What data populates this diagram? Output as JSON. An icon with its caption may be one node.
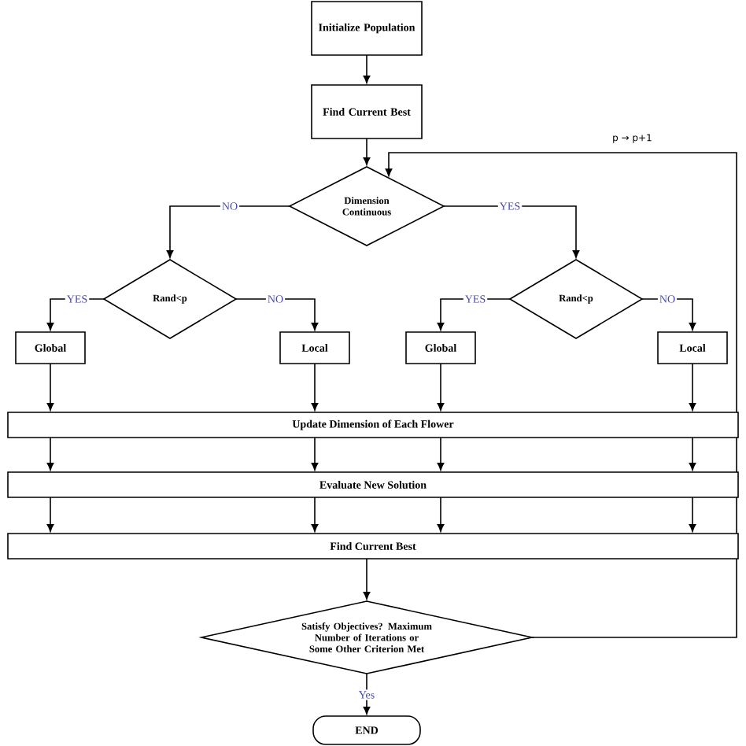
{
  "diagram": {
    "nodes": [
      {
        "text": [
          "Initialize Population"
        ]
      },
      {
        "text": [
          "Find Current Best"
        ]
      },
      {
        "text": [
          "Dimension Continuous"
        ]
      },
      {
        "text": [
          "Rand<p"
        ]
      },
      {
        "text": [
          "Rand<p"
        ]
      },
      {
        "text": [
          "Global"
        ]
      },
      {
        "text": [
          "Local"
        ]
      },
      {
        "text": [
          "Global"
        ]
      },
      {
        "text": [
          "Local"
        ]
      },
      {
        "text": [
          "Update Dimension of Each Flower"
        ]
      },
      {
        "text": [
          "Evaluate New Solution"
        ]
      },
      {
        "text": [
          "Find Current Best"
        ]
      },
      {
        "text": [
          "Satisfy Objectives? Maximum Number of Iterations or Some Other Criterion Met"
        ]
      },
      {
        "text": [
          "END"
        ]
      }
    ],
    "edges": [
      {
        "from": 0,
        "to": 1,
        "arrow": "to"
      },
      {
        "from": 1,
        "to": 2,
        "arrow": "to"
      },
      {
        "from": 2,
        "to": 3,
        "arrow": "to",
        "label": "NO"
      },
      {
        "from": 2,
        "to": 4,
        "arrow": "to",
        "label": "YES"
      },
      {
        "from": 3,
        "to": 5,
        "arrow": "to",
        "label": "YES"
      },
      {
        "from": 3,
        "to": 6,
        "arrow": "to",
        "label": "NO"
      },
      {
        "from": 4,
        "to": 7,
        "arrow": "to",
        "label": "YES"
      },
      {
        "from": 4,
        "to": 8,
        "arrow": "to",
        "label": "NO"
      },
      {
        "from": 5,
        "to": 9,
        "arrow": "to"
      },
      {
        "from": 6,
        "to": 9,
        "arrow": "to"
      },
      {
        "from": 7,
        "to": 9,
        "arrow": "to"
      },
      {
        "from": 8,
        "to": 9,
        "arrow": "to"
      },
      {
        "from": 9,
        "to": 10,
        "arrow": "to"
      },
      {
        "from": 9,
        "to": 10,
        "arrow": "to"
      },
      {
        "from": 9,
        "to": 10,
        "arrow": "to"
      },
      {
        "from": 9,
        "to": 10,
        "arrow": "to"
      },
      {
        "from": 10,
        "to": 11,
        "arrow": "to"
      },
      {
        "from": 10,
        "to": 11,
        "arrow": "to"
      },
      {
        "from": 10,
        "to": 11,
        "arrow": "to"
      },
      {
        "from": 10,
        "to": 11,
        "arrow": "to"
      },
      {
        "from": 11,
        "to": 12,
        "arrow": "to"
      },
      {
        "from": 12,
        "to": 13,
        "arrow": "to",
        "label": "Yes"
      },
      {
        "from": 12,
        "to": 2,
        "arrow": "to",
        "label": "p → p+1"
      }
    ]
  }
}
